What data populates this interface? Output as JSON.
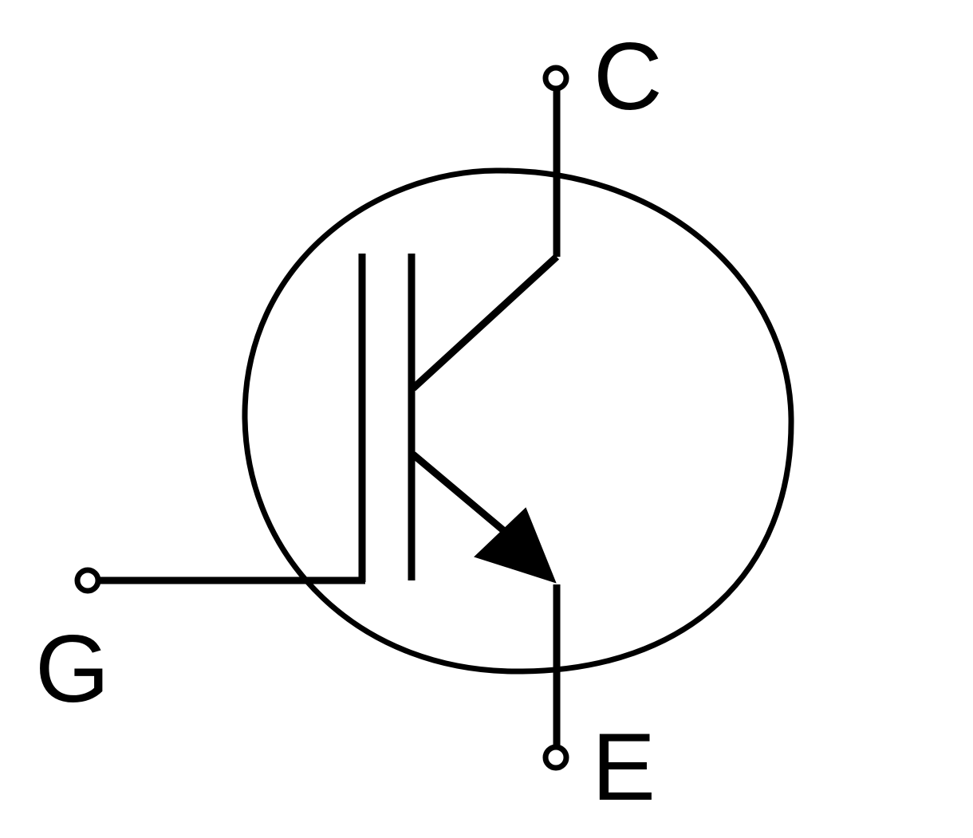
{
  "symbol": {
    "terminals": {
      "collector": "C",
      "gate": "G",
      "emitter": "E"
    },
    "line_color": "#000000",
    "background_color": "#ffffff"
  }
}
